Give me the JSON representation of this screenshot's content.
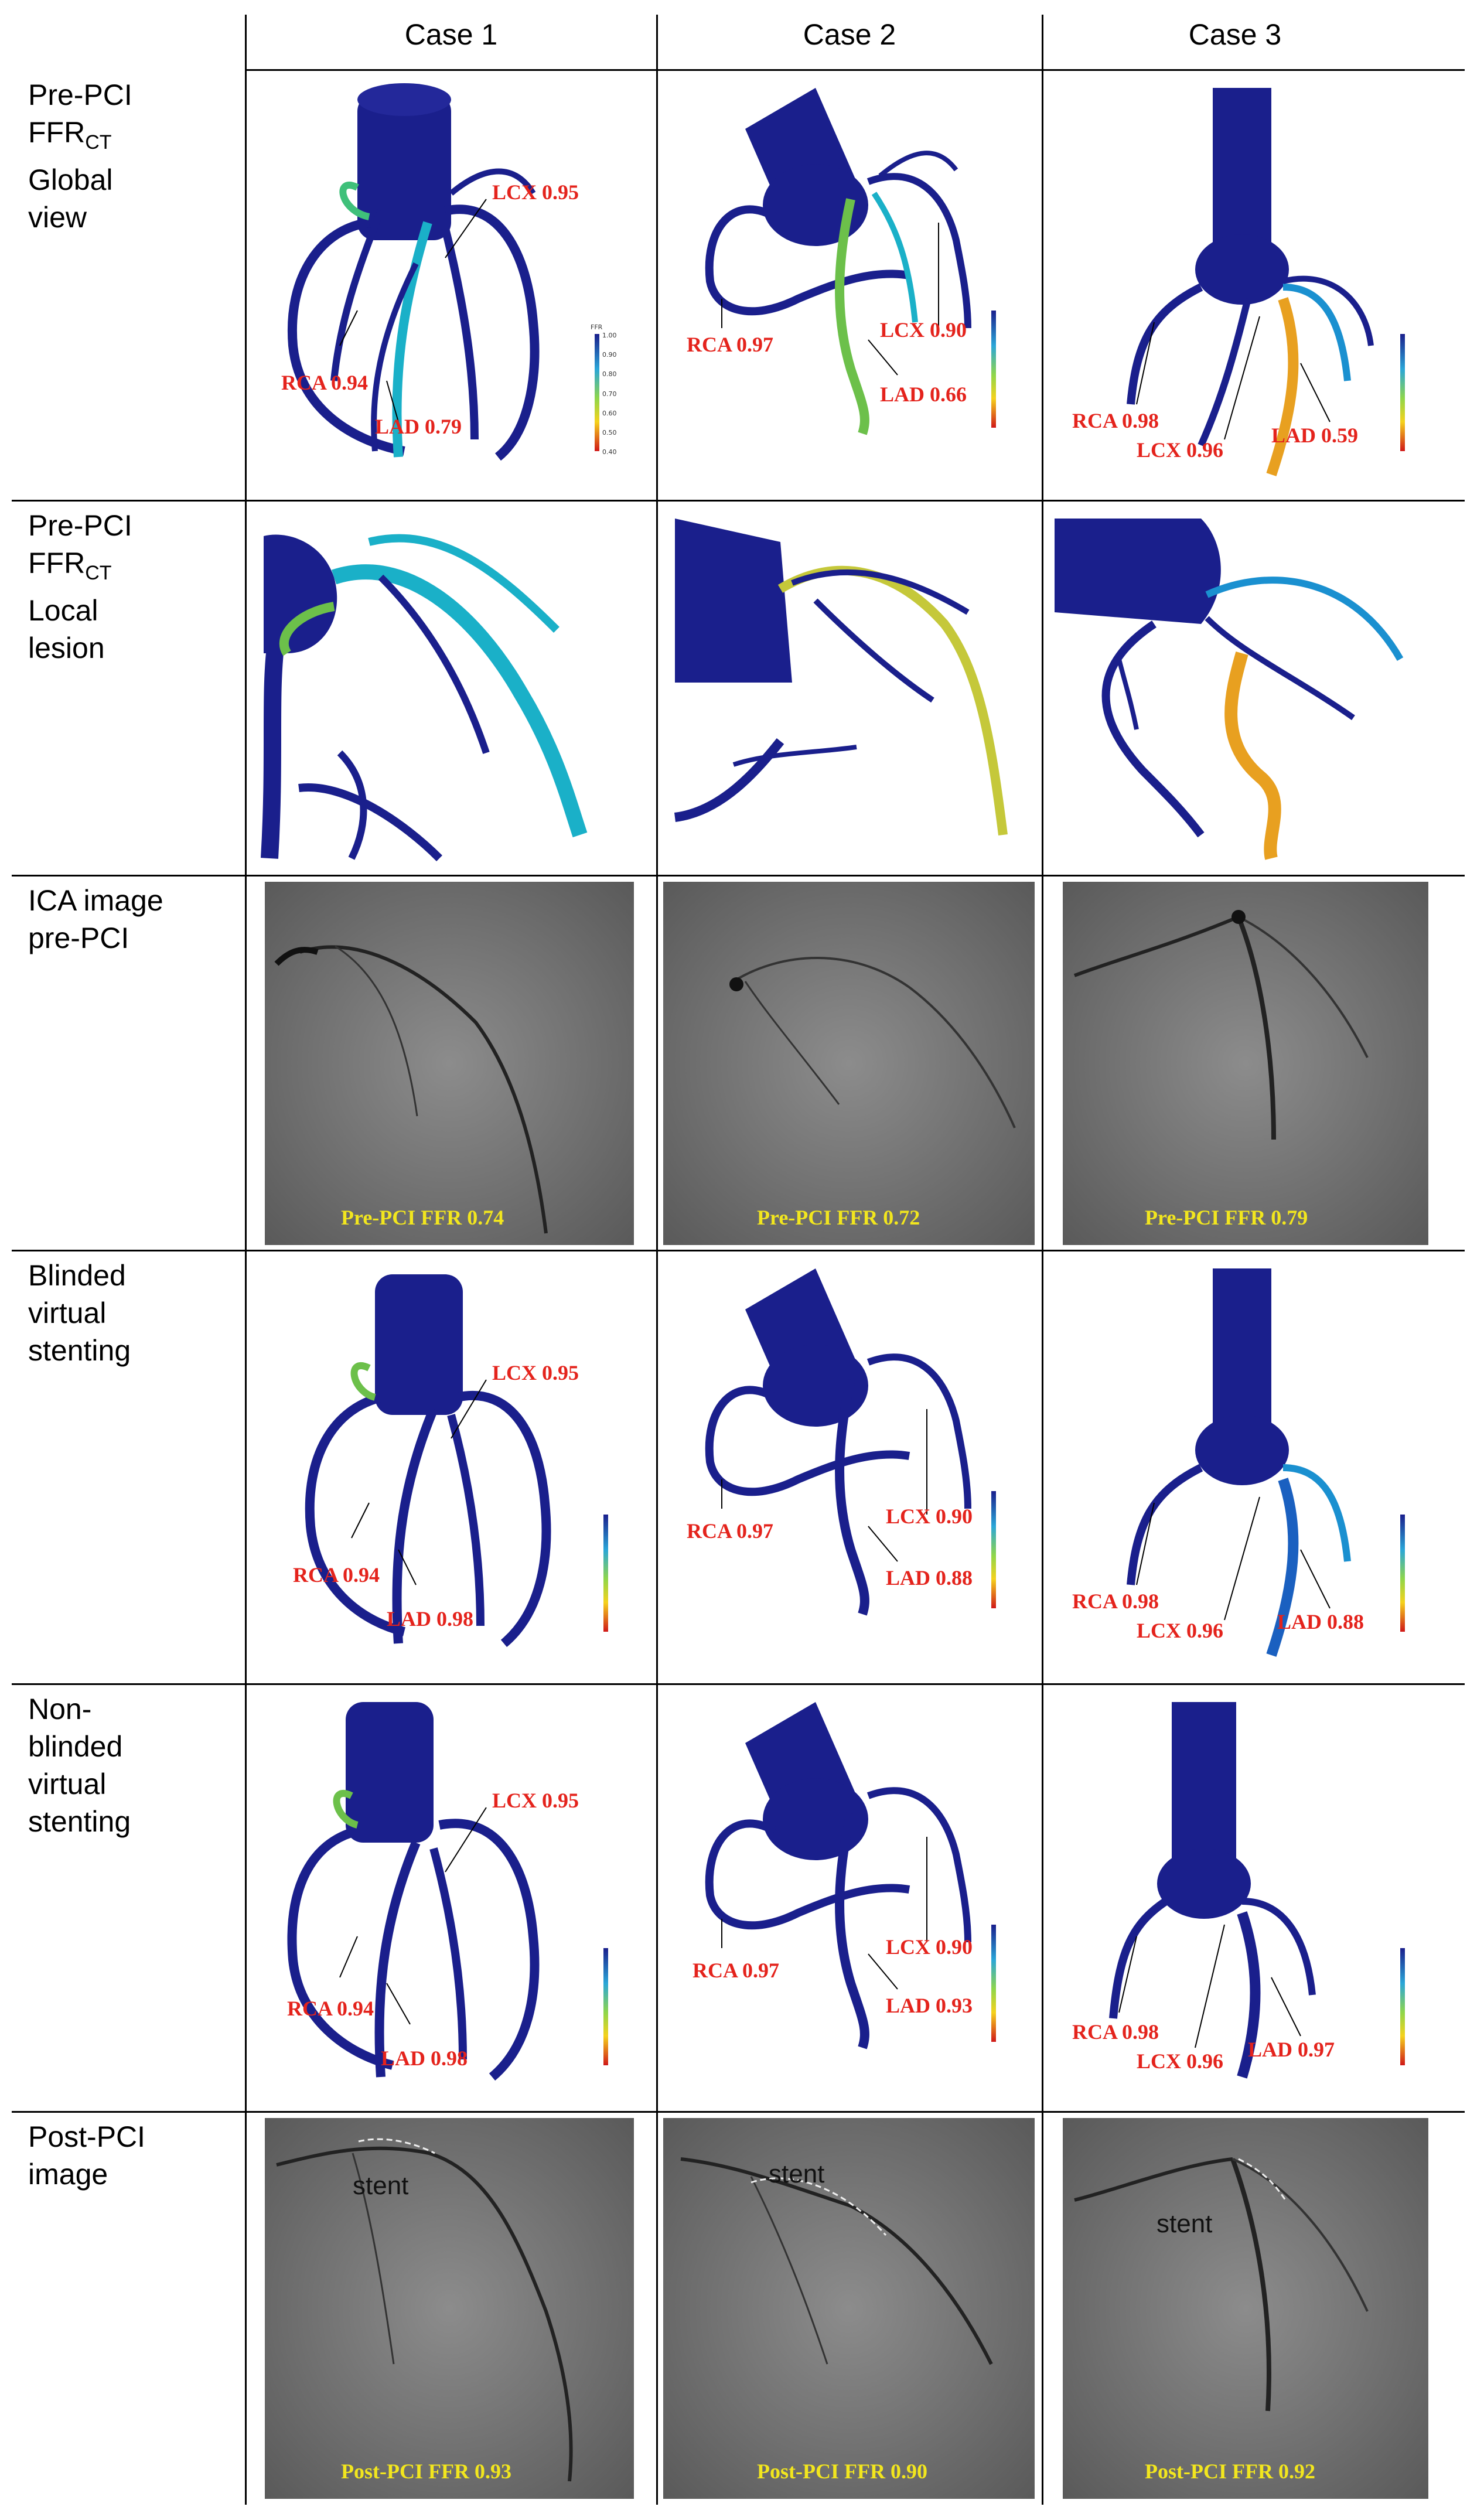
{
  "columns": [
    "Case 1",
    "Case 2",
    "Case 3"
  ],
  "rows": [
    {
      "label_lines": [
        "Pre-PCI",
        "FFR",
        "Global",
        "view"
      ],
      "sub": "CT"
    },
    {
      "label_lines": [
        "Pre-PCI",
        "FFR",
        "Local",
        "lesion"
      ],
      "sub": "CT"
    },
    {
      "label_lines": [
        "ICA image",
        "pre-PCI"
      ]
    },
    {
      "label_lines": [
        "Blinded",
        "virtual",
        "stenting"
      ]
    },
    {
      "label_lines": [
        "Non-",
        "blinded",
        "virtual",
        "stenting"
      ]
    },
    {
      "label_lines": [
        "Post-PCI",
        "image"
      ]
    }
  ],
  "colorbar": {
    "title": "FFR",
    "ticks": [
      "1.00",
      "0.90",
      "0.80",
      "0.70",
      "0.60",
      "0.50",
      "0.40"
    ]
  },
  "pre_global": [
    {
      "lcx": "LCX 0.95",
      "rca": "RCA 0.94",
      "lad": "LAD 0.79"
    },
    {
      "lcx": "LCX 0.90",
      "rca": "RCA 0.97",
      "lad": "LAD 0.66"
    },
    {
      "lcx": "LCX 0.96",
      "rca": "RCA 0.98",
      "lad": "LAD 0.59"
    }
  ],
  "ica_pre": [
    "Pre-PCI FFR  0.74",
    "Pre-PCI FFR 0.72",
    "Pre-PCI FFR 0.79"
  ],
  "blinded": [
    {
      "lcx": "LCX 0.95",
      "rca": "RCA 0.94",
      "lad": "LAD 0.98"
    },
    {
      "lcx": "LCX 0.90",
      "rca": "RCA 0.97",
      "lad": "LAD 0.88"
    },
    {
      "lcx": "LCX 0.96",
      "rca": "RCA 0.98",
      "lad": "LAD 0.88"
    }
  ],
  "nonblinded": [
    {
      "lcx": "LCX 0.95",
      "rca": "RCA 0.94",
      "lad": "LAD 0.98"
    },
    {
      "lcx": "LCX 0.90",
      "rca": "RCA 0.97",
      "lad": "LAD 0.93"
    },
    {
      "lcx": "LCX 0.96",
      "rca": "RCA 0.98",
      "lad": "LAD 0.97"
    }
  ],
  "post": {
    "stent_label": "stent",
    "ffr": [
      "Post-PCI FFR 0.93",
      "Post-PCI FFR 0.90",
      "Post-PCI FFR 0.92"
    ]
  },
  "colors": {
    "vessel_blue": "#1a1f8c",
    "label_red": "#e4231c",
    "label_yellow": "#f2e61e"
  }
}
